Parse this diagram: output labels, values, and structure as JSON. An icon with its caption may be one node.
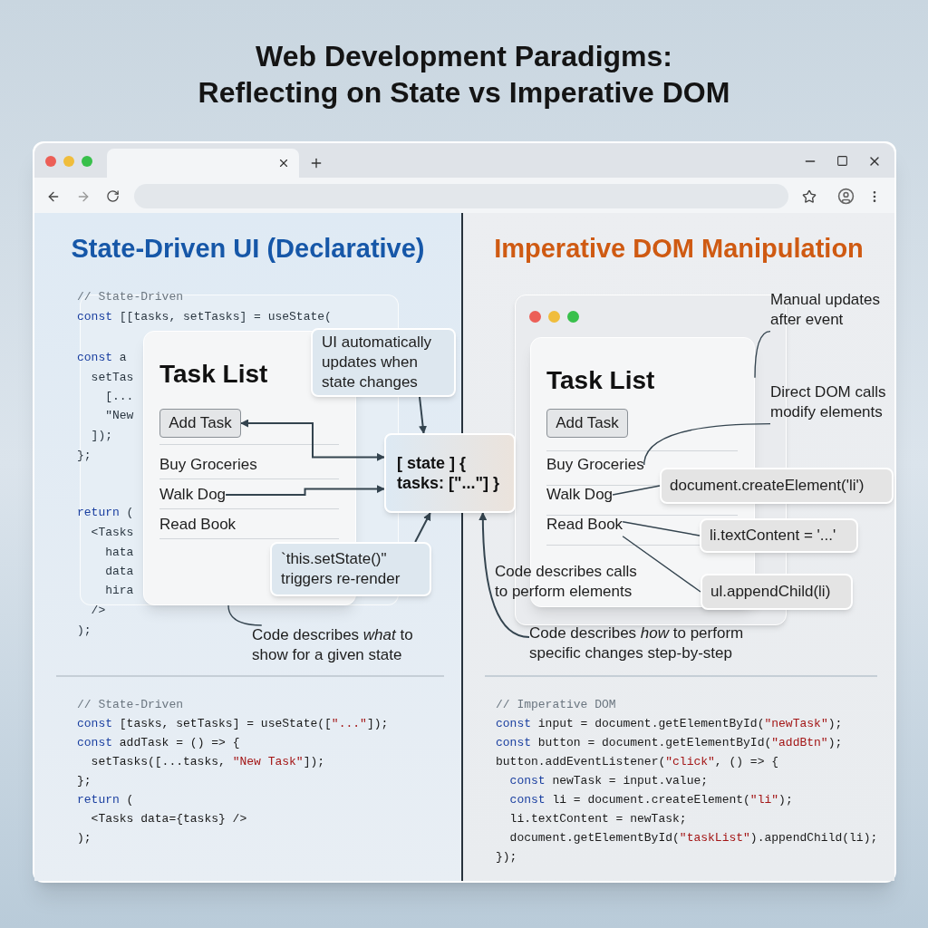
{
  "diagram": {
    "title": "Web Development Paradigms: Reflecting on State vs Imperative DOM",
    "nodes": [
      {
        "text": [
          "State-Driven UI (Declarative)"
        ]
      },
      {
        "text": [
          "Task List"
        ],
        "in": 0
      },
      {
        "text": [
          "Add Task"
        ],
        "in": 1
      },
      {
        "text": [
          "Buy Groceries"
        ],
        "in": 1
      },
      {
        "text": [
          "Walk Dog"
        ],
        "in": 1
      },
      {
        "text": [
          "Read Book"
        ],
        "in": 1
      },
      {
        "text": [
          "UI automatically updates when state changes"
        ],
        "in": 0
      },
      {
        "text": [
          "[ state ] { tasks: [\"...\"] }"
        ]
      },
      {
        "text": [
          "`this.setState()\" triggers re-render"
        ],
        "in": 0
      },
      {
        "text": [
          "Code describes *what* to show for a given state"
        ],
        "in": 0
      },
      {
        "text": [
          "Imperative DOM Manipulation"
        ]
      },
      {
        "text": [
          "Task List"
        ],
        "in": 10
      },
      {
        "text": [
          "Add Task"
        ],
        "in": 11
      },
      {
        "text": [
          "Buy Groceries"
        ],
        "in": 11
      },
      {
        "text": [
          "Walk Dog"
        ],
        "in": 11
      },
      {
        "text": [
          "Read Book"
        ],
        "in": 11
      },
      {
        "text": [
          "Manual updates after event"
        ],
        "in": 10
      },
      {
        "text": [
          "Direct DOM calls modify elements"
        ],
        "in": 10
      },
      {
        "text": [
          "document.createElement('li')"
        ],
        "in": 10
      },
      {
        "text": [
          "li.textContent = '...'"
        ],
        "in": 10
      },
      {
        "text": [
          "ul.appendChild(li)"
        ],
        "in": 10
      },
      {
        "text": [
          "Code describes calls to perform elements"
        ],
        "in": 10
      },
      {
        "text": [
          "Code describes *how* to perform specific changes step-by-step"
        ],
        "in": 10
      }
    ],
    "edges": [
      {
        "from": 7,
        "to": 2,
        "arrow": "both"
      },
      {
        "from": 4,
        "to": 7,
        "arrow": "to"
      },
      {
        "from": 6,
        "to": 7,
        "arrow": "to"
      },
      {
        "from": 8,
        "to": 7,
        "arrow": "to"
      },
      {
        "from": 9,
        "to": 1,
        "arrow": "none"
      },
      {
        "from": 16,
        "to": 11,
        "arrow": "none"
      },
      {
        "from": 17,
        "to": 13,
        "arrow": "none"
      },
      {
        "from": 18,
        "to": 14,
        "arrow": "none"
      },
      {
        "from": 19,
        "to": 15,
        "arrow": "none"
      },
      {
        "from": 20,
        "to": 15,
        "arrow": "none"
      },
      {
        "from": 22,
        "to": 7,
        "arrow": "to"
      }
    ],
    "labels": [
      "// State-Driven",
      "const [[tasks, setTasks] = useState(",
      "const a",
      "setTas",
      "[...",
      "\"New",
      "]);",
      "};",
      "return (",
      "<Tasks",
      "hata",
      "data",
      "hira",
      "/>",
      ");",
      "// State-Driven",
      "const [tasks, setTasks] = useState([\"...\"]);",
      "const addTask = () => {",
      "setTasks([...tasks, \"New Task\"]);",
      "};",
      "return (",
      "<Tasks data={tasks} />",
      ");",
      "// Imperative DOM",
      "const input = document.getElementById(\"newTask\");",
      "const button = document.getElementById(\"addBtn\");",
      "button.addEventListener(\"click\", () => {",
      "const newTask = input.value;",
      "const li = document.createElement(\"li\");",
      "li.textContent = newTask;",
      "document.getElementById(\"taskList\").appendChild(li);",
      "});"
    ]
  }
}
